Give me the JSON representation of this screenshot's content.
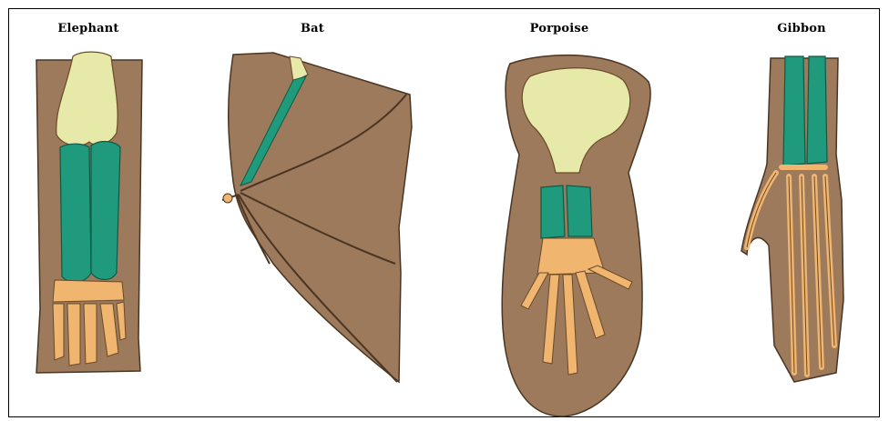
{
  "labels": {
    "elephant": "Elephant",
    "bat": "Bat",
    "porpoise": "Porpoise",
    "gibbon": "Gibbon"
  },
  "colors": {
    "skin": "#9c7a5b",
    "skin_edge": "#4a3523",
    "upper_bone": "#e7e9a8",
    "forearm_bone": "#1f9a7c",
    "hand_bone": "#f0b56f",
    "bone_edge": "#6a4a2a"
  }
}
